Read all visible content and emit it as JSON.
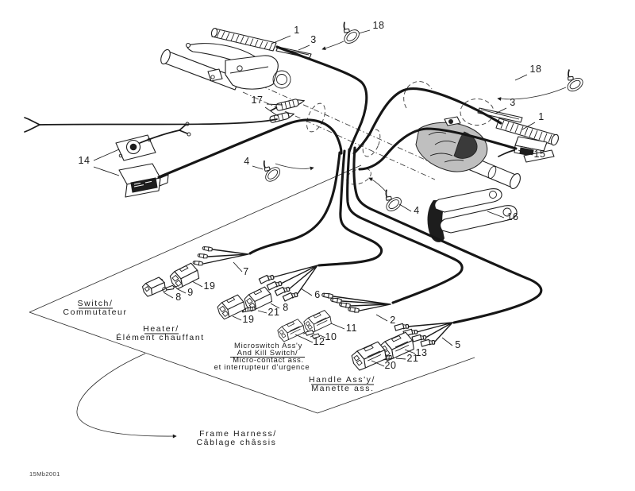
{
  "page": {
    "background": "#ffffff",
    "ink": "#1b1b1b",
    "description_labels_language": "English/French"
  },
  "figure_code": "15Mb2001",
  "labels": {
    "switch": [
      "Switch/",
      "Commutateur"
    ],
    "heater": [
      "Heater/",
      "Élément chauffant"
    ],
    "microswitch": [
      "Microswitch Ass'y",
      "And Kill Switch/",
      "Micro-contact ass.",
      "et interrupteur d'urgence"
    ],
    "handle": [
      "Handle Ass'y/",
      "Manette ass."
    ],
    "frame_harness": [
      "Frame Harness/",
      "Câblage châssis"
    ]
  },
  "callouts": {
    "heater_left": "1",
    "bracket_left": "3",
    "tie_left": "18",
    "tie_right": "18",
    "bracket_right": "3",
    "heater_right": "1",
    "thumb_warmer": "15",
    "plug_connectors": "17",
    "switch_assembly": "14",
    "tie4_left": "4",
    "tie4_right": "4",
    "throttle_lever": "16",
    "conn_7": "7",
    "conn_19_upper": "19",
    "pin_9": "9",
    "conn_8_left": "8",
    "conn_6": "6",
    "conn_8_mid": "8",
    "spring_21_mid": "21",
    "conn_19_lower": "19",
    "conn_2": "2",
    "conn_11": "11",
    "conn_10": "10",
    "conn_12": "12",
    "conn_5": "5",
    "conn_13": "13",
    "spring_21_right": "21",
    "conn_20": "20"
  }
}
